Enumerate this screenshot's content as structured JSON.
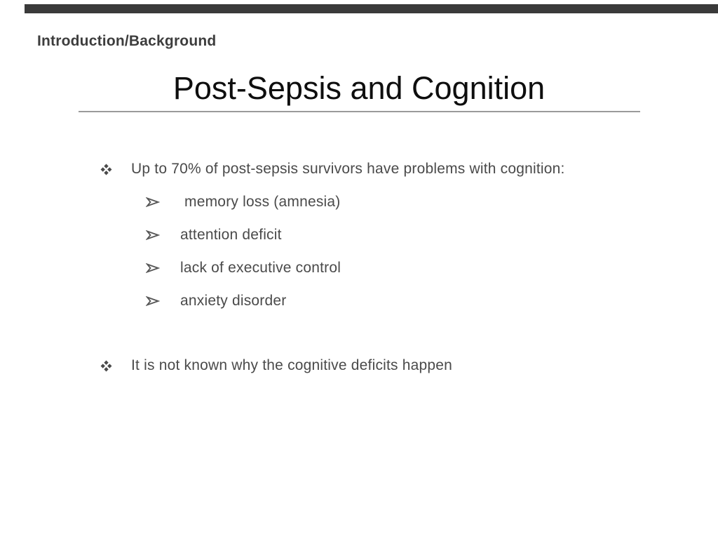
{
  "page": {
    "background_color": "#ffffff",
    "top_bar_color": "#3a3a3a"
  },
  "header": {
    "label": "Introduction/Background",
    "color": "#3d3d3d"
  },
  "slide": {
    "title": "Post-Sepsis and Cognition",
    "title_color": "#0e0e0e",
    "divider_color": "#9b9b9b",
    "bullets": [
      {
        "icon": "diamond-bullet",
        "text": "Up to 70% of post-sepsis survivors have problems with cognition:",
        "sub": [
          " memory loss (amnesia)",
          "attention deficit",
          "lack of executive control",
          "anxiety disorder"
        ]
      },
      {
        "icon": "diamond-bullet",
        "text": "It is not known why the cognitive deficits happen",
        "sub": []
      }
    ],
    "text_color": "#4a4a4a"
  },
  "icons": {
    "diamond_bullet": "four-diamond bullet (Wingdings v / U+2756)",
    "arrow_bullet": "outlined 3-D right arrowhead (Wingdings / U+27A2)"
  }
}
